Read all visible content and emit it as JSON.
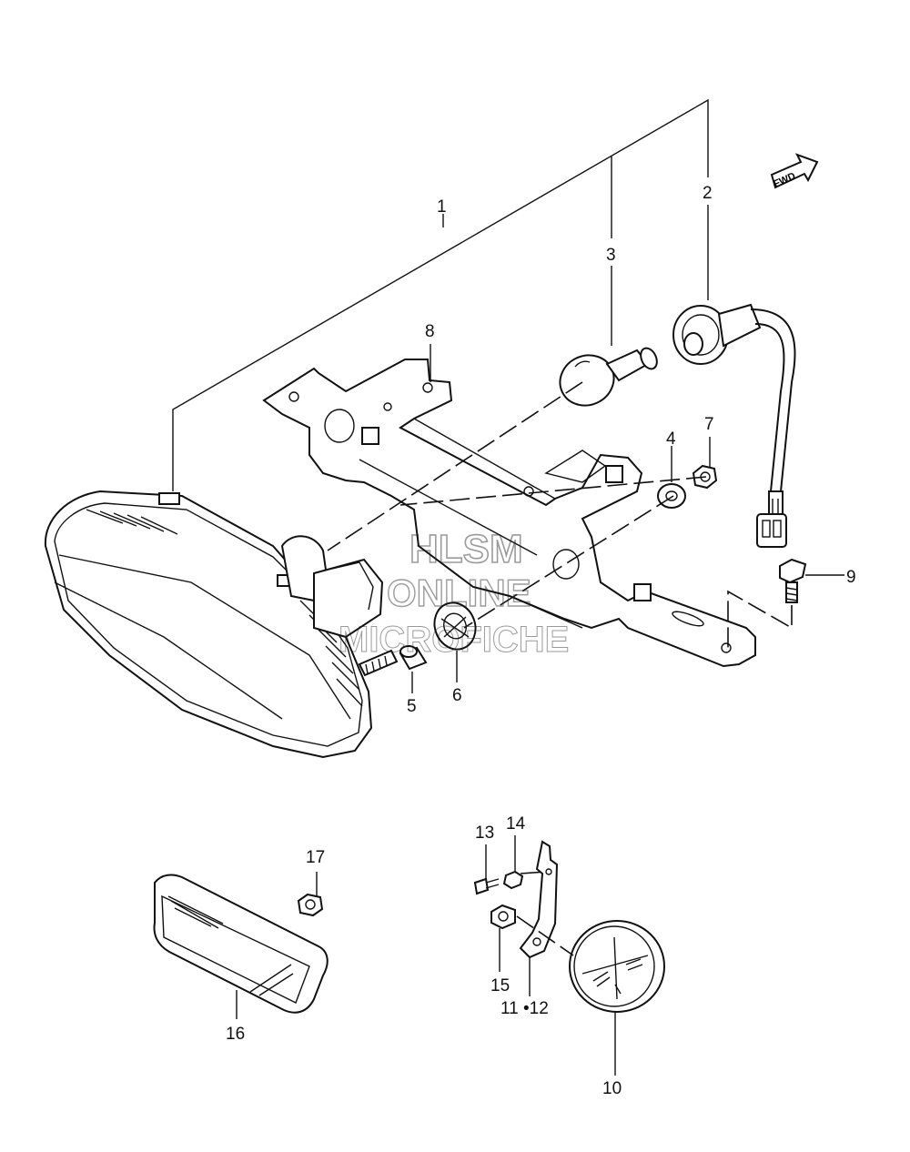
{
  "watermark": {
    "line1": "HLSM",
    "line2": "ONLINE",
    "line3": "MICROFICHE"
  },
  "direction_arrow": {
    "label": "FWD"
  },
  "callouts": {
    "c1": "1",
    "c2": "2",
    "c3": "3",
    "c4": "4",
    "c5": "5",
    "c6": "6",
    "c7": "7",
    "c8": "8",
    "c9": "9",
    "c10": "10",
    "c11_12": "11 •12",
    "c13": "13",
    "c14": "14",
    "c15": "15",
    "c16": "16",
    "c17": "17"
  }
}
